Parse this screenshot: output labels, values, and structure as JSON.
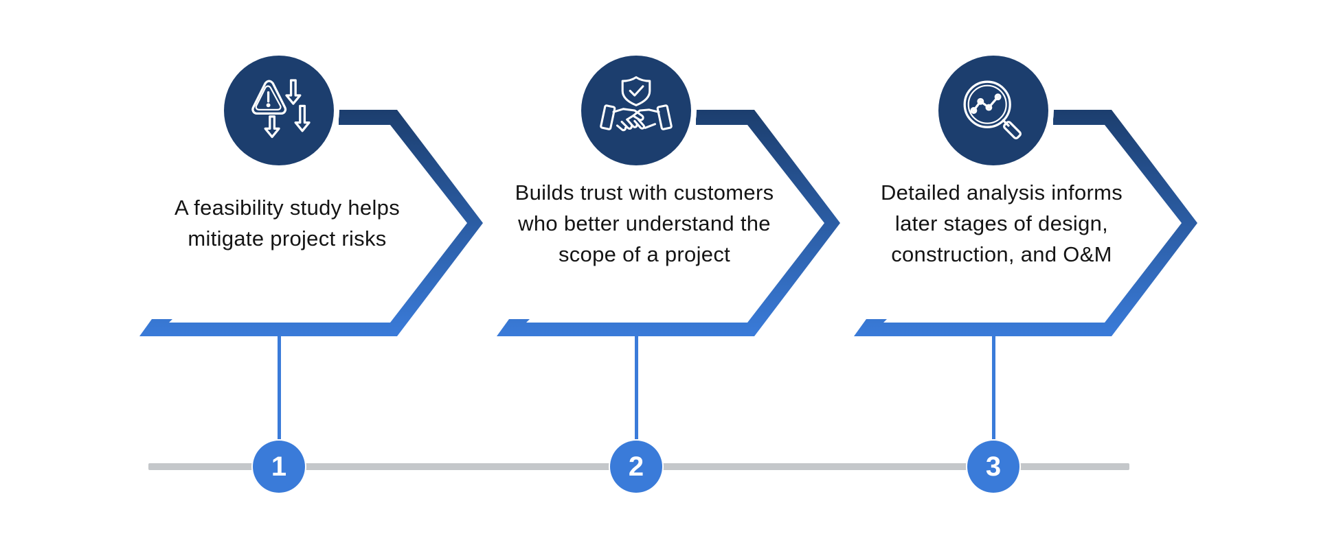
{
  "colors": {
    "icon_circle": "#1c3e6e",
    "arrow_gradient_start": "#1c3e6e",
    "arrow_gradient_end": "#3a7bd9",
    "stem": "#3a7bd9",
    "badge": "#3a7bd9",
    "timeline": "#c4c7ca"
  },
  "steps": [
    {
      "number": "1",
      "icon": "risk-warning-arrows-down-icon",
      "text": "A feasibility study helps mitigate project risks"
    },
    {
      "number": "2",
      "icon": "handshake-shield-icon",
      "text": "Builds trust with customers who better understand the scope of a project"
    },
    {
      "number": "3",
      "icon": "magnifier-analytics-icon",
      "text": "Detailed analysis informs later stages of design, construction, and O&M"
    }
  ]
}
